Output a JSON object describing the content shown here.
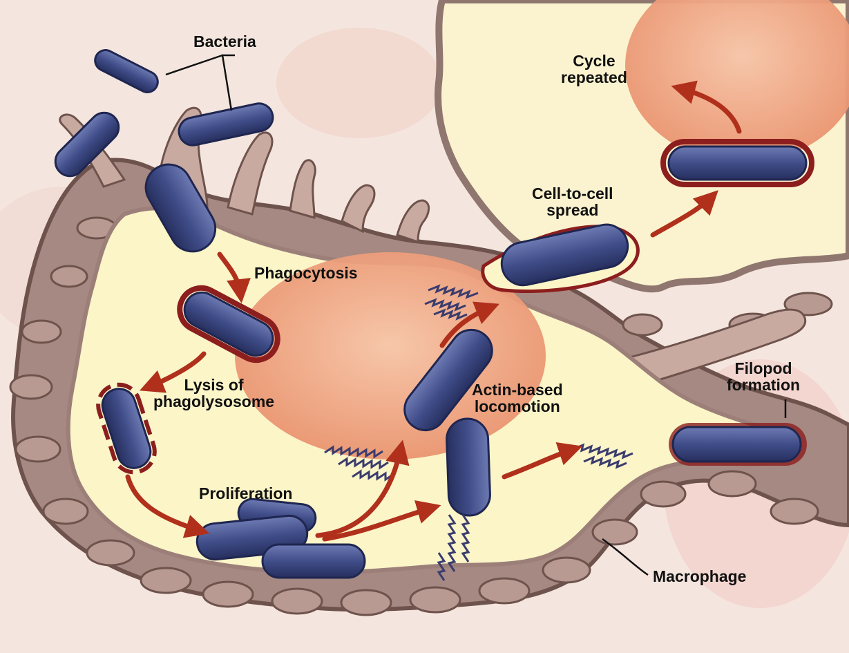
{
  "labels": {
    "bacteria": "Bacteria",
    "cycle": "Cycle\nrepeated",
    "cell_to_cell": "Cell-to-cell\nspread",
    "phagocytosis": "Phagocytosis",
    "lysis": "Lysis of\nphagolysosome",
    "actin": "Actin-based\nlocomotion",
    "filopod": "Filopod\nformation",
    "proliferation": "Proliferation",
    "macrophage": "Macrophage"
  },
  "colors": {
    "background": "#f4e6df",
    "cytoplasm": "#fbf5c8",
    "membrane": "#9b7f78",
    "nucleus": "#efa583",
    "bacterium": "#3f4c86",
    "vacuole": "#8c1e1e",
    "arrow": "#b0301c"
  }
}
